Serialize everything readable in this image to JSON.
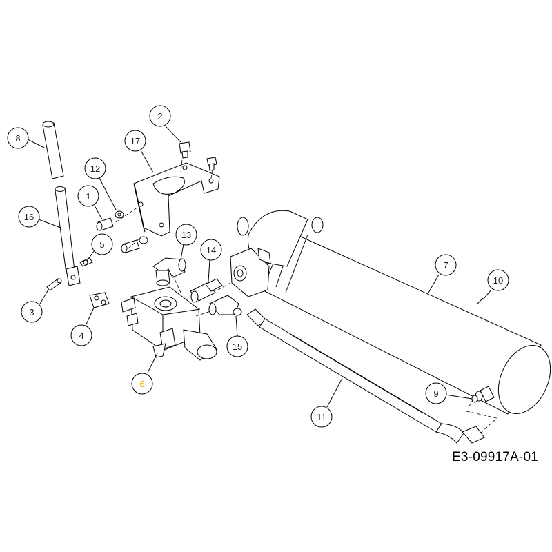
{
  "diagram": {
    "reference_code": "E3-09917A-01",
    "highlight_color": "#d9b300",
    "callouts": [
      {
        "id": "c1",
        "label": "1"
      },
      {
        "id": "c2",
        "label": "2"
      },
      {
        "id": "c3",
        "label": "3"
      },
      {
        "id": "c4",
        "label": "4"
      },
      {
        "id": "c5",
        "label": "5"
      },
      {
        "id": "c6",
        "label": "6",
        "highlighted": true
      },
      {
        "id": "c7",
        "label": "7"
      },
      {
        "id": "c8",
        "label": "8"
      },
      {
        "id": "c9",
        "label": "9"
      },
      {
        "id": "c10",
        "label": "10"
      },
      {
        "id": "c11",
        "label": "11"
      },
      {
        "id": "c12",
        "label": "12"
      },
      {
        "id": "c13",
        "label": "13"
      },
      {
        "id": "c14",
        "label": "14"
      },
      {
        "id": "c15",
        "label": "15"
      },
      {
        "id": "c16",
        "label": "16"
      },
      {
        "id": "c17",
        "label": "17"
      }
    ]
  }
}
